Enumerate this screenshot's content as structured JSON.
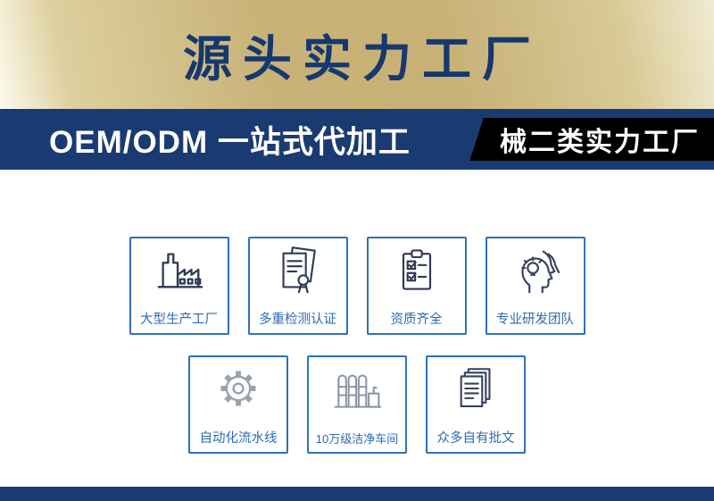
{
  "hero": {
    "title": "源头实力工厂"
  },
  "subheader": {
    "left_text": "OEM/ODM 一站式代加工",
    "badge_text": "械二类实力工厂"
  },
  "features": [
    {
      "label": "大型生产工厂",
      "icon": "factory-icon"
    },
    {
      "label": "多重检测认证",
      "icon": "certificate-icon"
    },
    {
      "label": "资质齐全",
      "icon": "checklist-icon"
    },
    {
      "label": "专业研发团队",
      "icon": "rd-team-icon"
    },
    {
      "label": "自动化流水线",
      "icon": "gear-icon"
    },
    {
      "label": "10万级洁净车间",
      "icon": "clean-workshop-icon"
    },
    {
      "label": "众多自有批文",
      "icon": "documents-icon"
    }
  ],
  "colors": {
    "hero_gold": "#c7b176",
    "hero_text": "#16386f",
    "banner_bg": "#1a3a72",
    "badge_bg": "#000000",
    "card_border": "#2e72b8",
    "card_text": "#2a6cb5"
  }
}
